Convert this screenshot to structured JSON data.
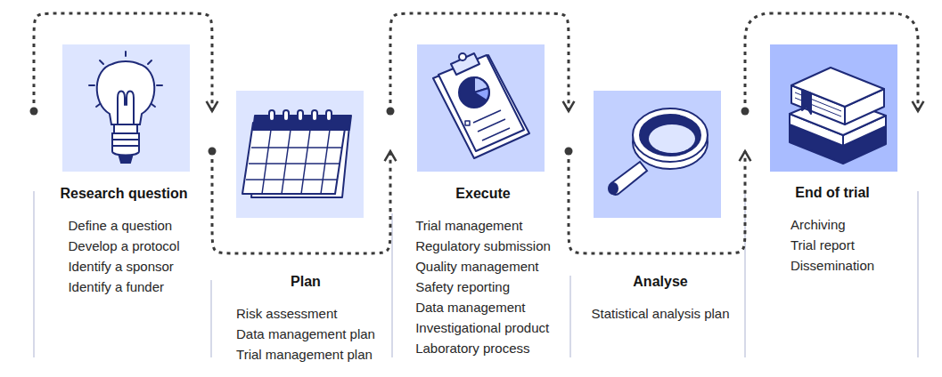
{
  "diagram": {
    "nodes": [
      {
        "text": [
          "Research question",
          "Define a question",
          "Develop a protocol",
          "Identify a sponsor",
          "Identify a funder"
        ]
      },
      {
        "text": [
          "Plan",
          "Risk assessment",
          "Data management plan",
          "Trial management plan"
        ]
      },
      {
        "text": [
          "Execute",
          "Trial management",
          "Regulatory submission",
          "Quality management",
          "Safety reporting",
          "Data management",
          "Investigational product",
          "Laboratory process"
        ]
      },
      {
        "text": [
          "Analyse",
          "Statistical analysis plan"
        ]
      },
      {
        "text": [
          "End of trial",
          "Archiving",
          "Trial report",
          "Dissemination"
        ]
      }
    ],
    "edges": [
      {
        "from": 0,
        "to": 1,
        "arrow": "to"
      },
      {
        "from": 1,
        "to": 2,
        "arrow": "to"
      },
      {
        "from": 2,
        "to": 3,
        "arrow": "to"
      },
      {
        "from": 3,
        "to": 4,
        "arrow": "to"
      }
    ]
  }
}
